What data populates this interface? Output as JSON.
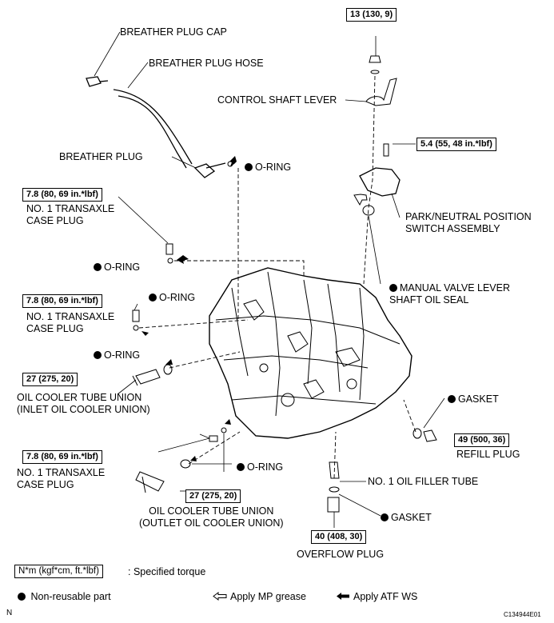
{
  "callouts": {
    "breather_plug_cap": "BREATHER PLUG CAP",
    "breather_plug_hose": "BREATHER PLUG HOSE",
    "breather_plug": "BREATHER PLUG",
    "o_ring_top": "O-RING",
    "case_plug_top": "NO. 1 TRANSAXLE\nCASE PLUG",
    "o_ring_2": "O-RING",
    "case_plug_mid": "NO. 1 TRANSAXLE\nCASE PLUG",
    "o_ring_3": "O-RING",
    "o_ring_4": "O-RING",
    "oil_cooler_inlet": "OIL COOLER TUBE UNION\n(INLET OIL COOLER UNION)",
    "case_plug_low": "NO. 1 TRANSAXLE\nCASE PLUG",
    "o_ring_5": "O-RING",
    "oil_cooler_outlet": "OIL COOLER TUBE UNION\n(OUTLET OIL COOLER UNION)",
    "control_shaft_lever": "CONTROL SHAFT LEVER",
    "park_neutral_switch": "PARK/NEUTRAL POSITION\nSWITCH ASSEMBLY",
    "manual_valve_seal": "MANUAL VALVE LEVER\nSHAFT OIL SEAL",
    "gasket_refill": "GASKET",
    "refill_plug": "REFILL PLUG",
    "oil_filler_tube": "NO. 1 OIL FILLER TUBE",
    "gasket_overflow": "GASKET",
    "overflow_plug": "OVERFLOW PLUG"
  },
  "torques": {
    "t13": "13 (130, 9)",
    "t54": "5.4 (55, 48 in.*lbf)",
    "t78_top": "7.8 (80, 69 in.*lbf)",
    "t78_mid": "7.8 (80, 69 in.*lbf)",
    "t27_inlet": "27 (275, 20)",
    "t78_low": "7.8 (80, 69 in.*lbf)",
    "t27_outlet": "27 (275, 20)",
    "t49": "49 (500, 36)",
    "t40": "40 (408, 30)"
  },
  "legend": {
    "torque_unit": "N*m (kgf*cm, ft.*lbf)",
    "torque_desc": ": Specified torque",
    "non_reusable": "Non-reusable part",
    "mp_grease": "Apply MP grease",
    "atf_ws": "Apply ATF WS"
  },
  "footer": {
    "corner": "N",
    "figure_code": "C134944E01"
  }
}
